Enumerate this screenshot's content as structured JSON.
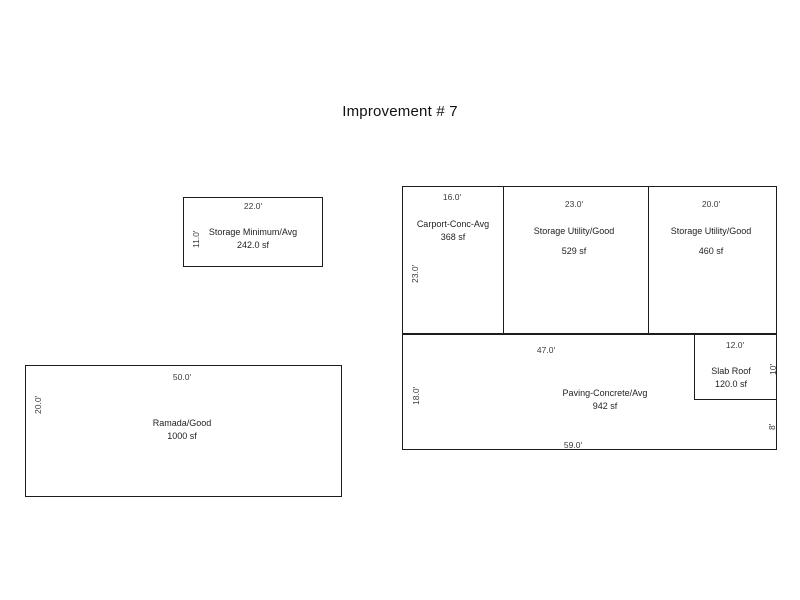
{
  "title": "Improvement # 7",
  "sketch": {
    "shapes": [
      {
        "id": "storage-minimum-avg",
        "name": "Storage Minimum/Avg",
        "area": "242.0 sf",
        "dim_top": "22.0'",
        "dim_left": "11.0'"
      },
      {
        "id": "carport-conc-avg",
        "name": "Carport-Conc-Avg",
        "area": "368 sf",
        "dim_top": "16.0'",
        "dim_left": "23.0'"
      },
      {
        "id": "storage-utility-good-529",
        "name": "Storage Utility/Good",
        "area": "529 sf",
        "dim_top": "23.0'"
      },
      {
        "id": "storage-utility-good-460",
        "name": "Storage Utility/Good",
        "area": "460 sf",
        "dim_top": "20.0'"
      },
      {
        "id": "paving-concrete-avg",
        "name": "Paving-Concrete/Avg",
        "area": "942 sf",
        "dim_top": "47.0'",
        "dim_left": "18.0'",
        "dim_bottom": "59.0'",
        "dim_right": "8'"
      },
      {
        "id": "slab-roof",
        "name": "Slab Roof",
        "area": "120.0 sf",
        "dim_top": "12.0'",
        "dim_right": "10'"
      },
      {
        "id": "ramada-good",
        "name": "Ramada/Good",
        "area": "1000 sf",
        "dim_top": "50.0'",
        "dim_left": "20.0'"
      }
    ]
  },
  "colors": {
    "background": "#ffffff",
    "line": "#1c1c1c",
    "text": "#1f1f1f",
    "dimension_text": "#3a3a3a"
  }
}
